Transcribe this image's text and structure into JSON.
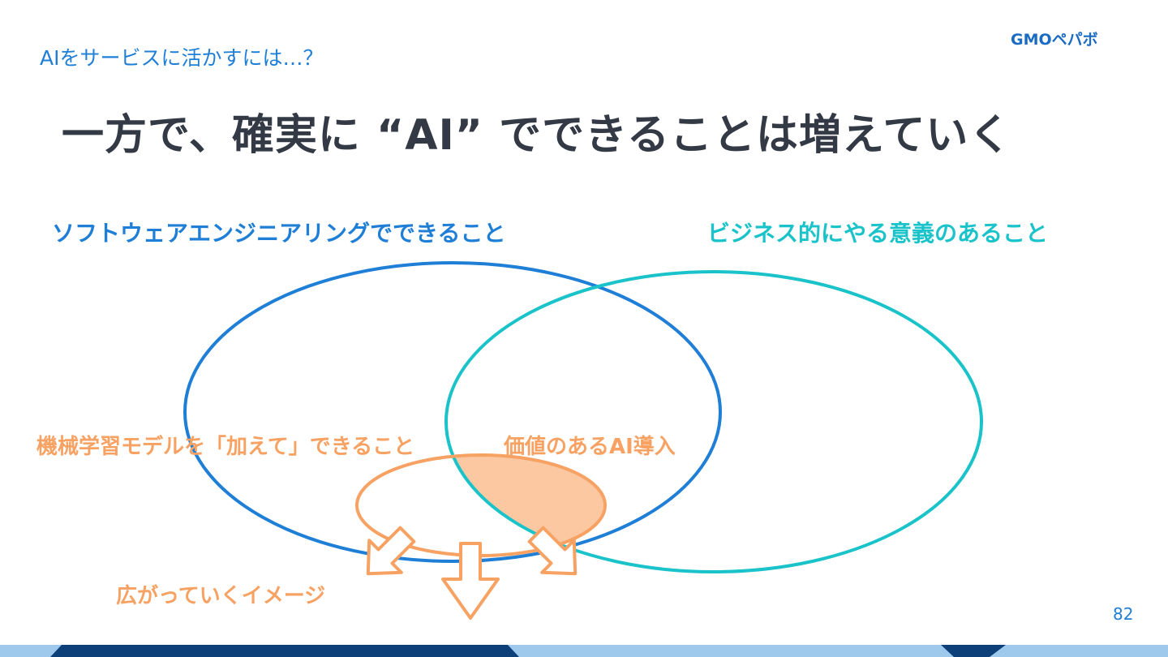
{
  "header": {
    "section_label": "AIをサービスに活かすには…？",
    "logo_text": "GMOペパボ"
  },
  "title": "一方で、確実に “AI” でできることは増えていく",
  "diagram": {
    "set_software_label": "ソフトウェアエンジニアリングでできること",
    "set_business_label": "ビジネス的にやる意義のあること",
    "ml_label": "機械学習モデルを「加えて」できること",
    "value_label": "価値のあるAI導入",
    "spread_label": "広がっていくイメージ"
  },
  "colors": {
    "software_blue": "#1f7fd6",
    "business_teal": "#19c3c9",
    "ml_orange": "#f7a263",
    "intersection_fill": "#fcc8a2",
    "title_text": "#333a45",
    "footer_dark": "#0d3f78",
    "footer_light": "#9fc9ec"
  },
  "footer": {
    "page_number": "82"
  }
}
